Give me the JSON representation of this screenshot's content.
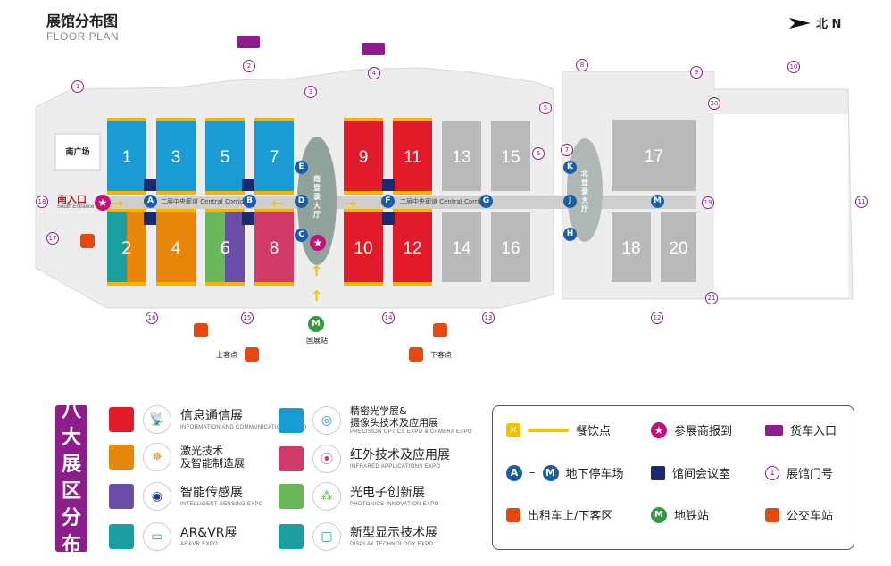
{
  "header": {
    "title_cn": "展馆分布图",
    "title_en": "FLOOR PLAN",
    "north": "北 N"
  },
  "colors": {
    "telecom": "#e21b2b",
    "laser": "#e8860c",
    "sensing": "#6a4fa8",
    "arvr": "#1a9ea0",
    "optics": "#1a9bd4",
    "infrared": "#d03a68",
    "photonics": "#6ab85a",
    "display": "#1a9ea0",
    "grey": "#b9b9b9",
    "lobby": "#8fa39b",
    "brand": "#8c1d8a",
    "navy": "#1b3e8a"
  },
  "halls": {
    "h1": "1",
    "h2": "2",
    "h3": "3",
    "h4": "4",
    "h5": "5",
    "h6": "6",
    "h7": "7",
    "h8": "8",
    "h9": "9",
    "h10": "10",
    "h11": "11",
    "h12": "12",
    "h13": "13",
    "h14": "14",
    "h15": "15",
    "h16": "16",
    "h17": "17",
    "h18": "18",
    "h20": "20"
  },
  "labels": {
    "south_plaza": "南广场",
    "south_entrance": "南入口",
    "south_entrance_en": "South Entrance",
    "corridor_left": "二层中央廊道 Central Corridor",
    "corridor_right": "二层中央廊道 Central Corridor",
    "south_lobby": "南登录大厅",
    "north_lobby": "北登录大厅",
    "metro_station": "国展站",
    "bus_up": "上客点",
    "bus_down": "下客点"
  },
  "parking": [
    "A",
    "B",
    "C",
    "D",
    "E",
    "F",
    "G",
    "H",
    "J",
    "K",
    "M"
  ],
  "gates": [
    "1",
    "2",
    "3",
    "4",
    "5",
    "6",
    "7",
    "8",
    "9",
    "10",
    "11",
    "12",
    "13",
    "14",
    "15",
    "16",
    "17",
    "18",
    "19",
    "20",
    "21"
  ],
  "category_banner": [
    "八",
    "大",
    "展",
    "区",
    "分",
    "布"
  ],
  "expos": [
    {
      "cn": "信息通信展",
      "en": "INFORMATION AND COMMUNICATIONS EXPO"
    },
    {
      "cn": "激光技术\n及智能制造展",
      "cn1": "激光技术",
      "cn2": "及智能制造展",
      "en": ""
    },
    {
      "cn": "智能传感展",
      "en": "INTELLIGENT SENSING EXPO"
    },
    {
      "cn": "AR&VR展",
      "en": "AR&VR EXPO"
    },
    {
      "cn1": "精密光学展&",
      "cn2": "摄像头技术及应用展",
      "en": "PRECISION OPTICS EXPO & CAMERA EXPO"
    },
    {
      "cn": "红外技术及应用展",
      "en": "INFRARED APPLICATIONS EXPO"
    },
    {
      "cn": "光电子创新展",
      "en": "PHOTONICS INNOVATION EXPO"
    },
    {
      "cn": "新型显示技术展",
      "en": "DISPLAY TECHNOLOGY EXPO"
    }
  ],
  "legend": {
    "dining": "餐饮点",
    "exhibitor_reg": "参展商报到",
    "truck_entry": "货车入口",
    "parking_a": "A",
    "parking_m": "M",
    "parking_label": "地下停车场",
    "meeting_room": "馆间会议室",
    "hall_gate": "展馆门号",
    "gate_sample": "1",
    "taxi": "出租车上/下客区",
    "metro": "地铁站",
    "bus": "公交车站",
    "dash": "–"
  }
}
